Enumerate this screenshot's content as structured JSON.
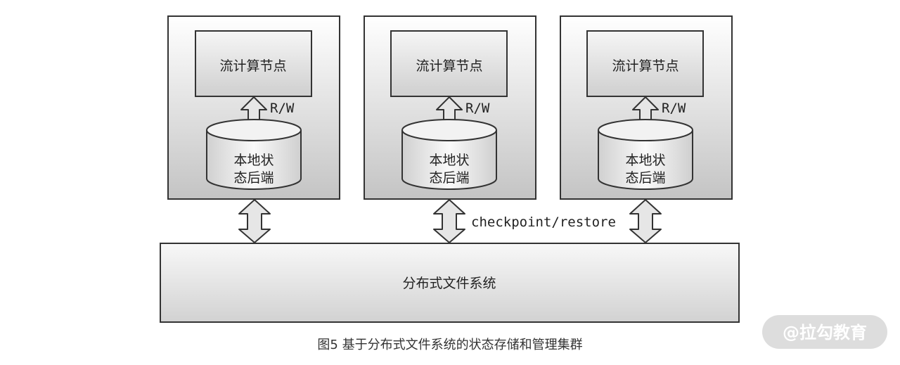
{
  "nodes": [
    {
      "compute_label": "流计算节点",
      "rw_label": "R/W",
      "backend_line1": "本地状",
      "backend_line2": "态后端"
    },
    {
      "compute_label": "流计算节点",
      "rw_label": "R/W",
      "backend_line1": "本地状",
      "backend_line2": "态后端"
    },
    {
      "compute_label": "流计算节点",
      "rw_label": "R/W",
      "backend_line1": "本地状",
      "backend_line2": "态后端"
    }
  ],
  "connector_label": "checkpoint/restore",
  "filesystem_label": "分布式文件系统",
  "caption": "图5 基于分布式文件系统的状态存储和管理集群",
  "watermark": "@拉勾教育",
  "colors": {
    "box_top": "#ffffff",
    "box_bottom": "#c8c8c8",
    "stroke": "#333333",
    "watermark_bg": "#d9d9d9"
  }
}
